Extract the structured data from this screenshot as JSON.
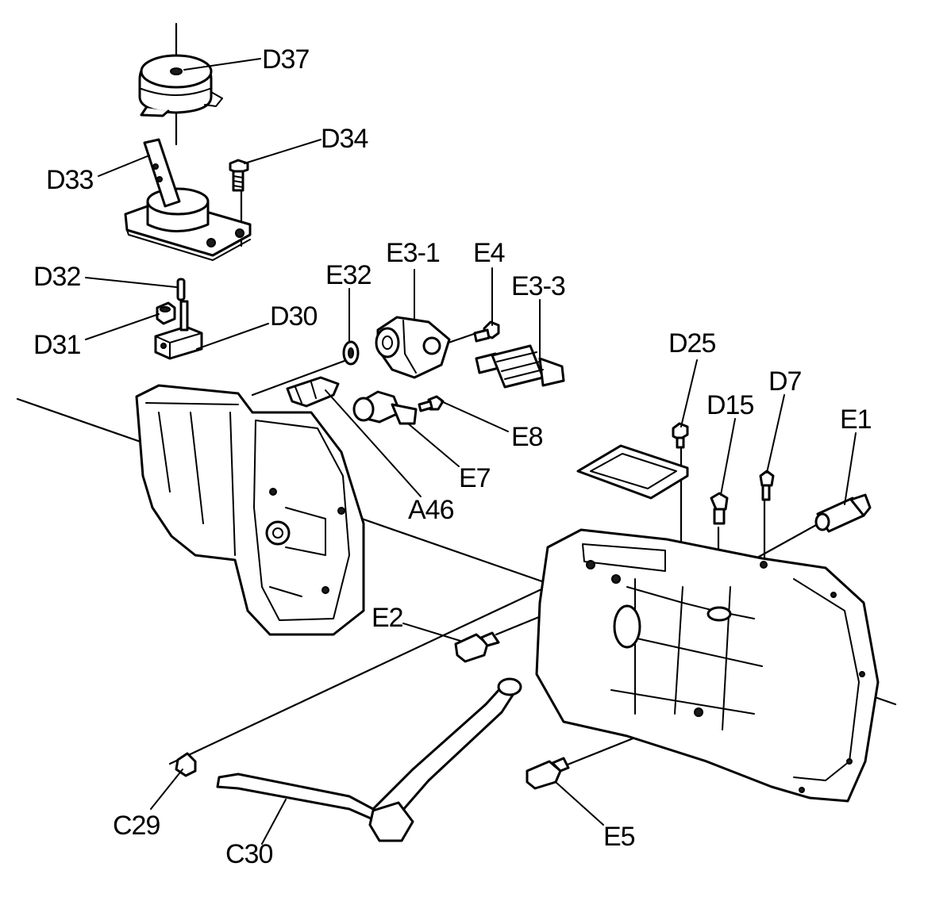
{
  "diagram": {
    "type": "exploded-parts-diagram",
    "line_color": "#000000",
    "background": "#ffffff",
    "labels": {
      "d37": "D37",
      "d34": "D34",
      "d33": "D33",
      "d32": "D32",
      "d31": "D31",
      "d30": "D30",
      "e32": "E32",
      "e3_1": "E3-1",
      "e4": "E4",
      "e3_3": "E3-3",
      "d25": "D25",
      "d15": "D15",
      "d7": "D7",
      "e1": "E1",
      "e8": "E8",
      "e7": "E7",
      "a46": "A46",
      "e2": "E2",
      "e5": "E5",
      "c29": "C29",
      "c30": "C30"
    }
  }
}
